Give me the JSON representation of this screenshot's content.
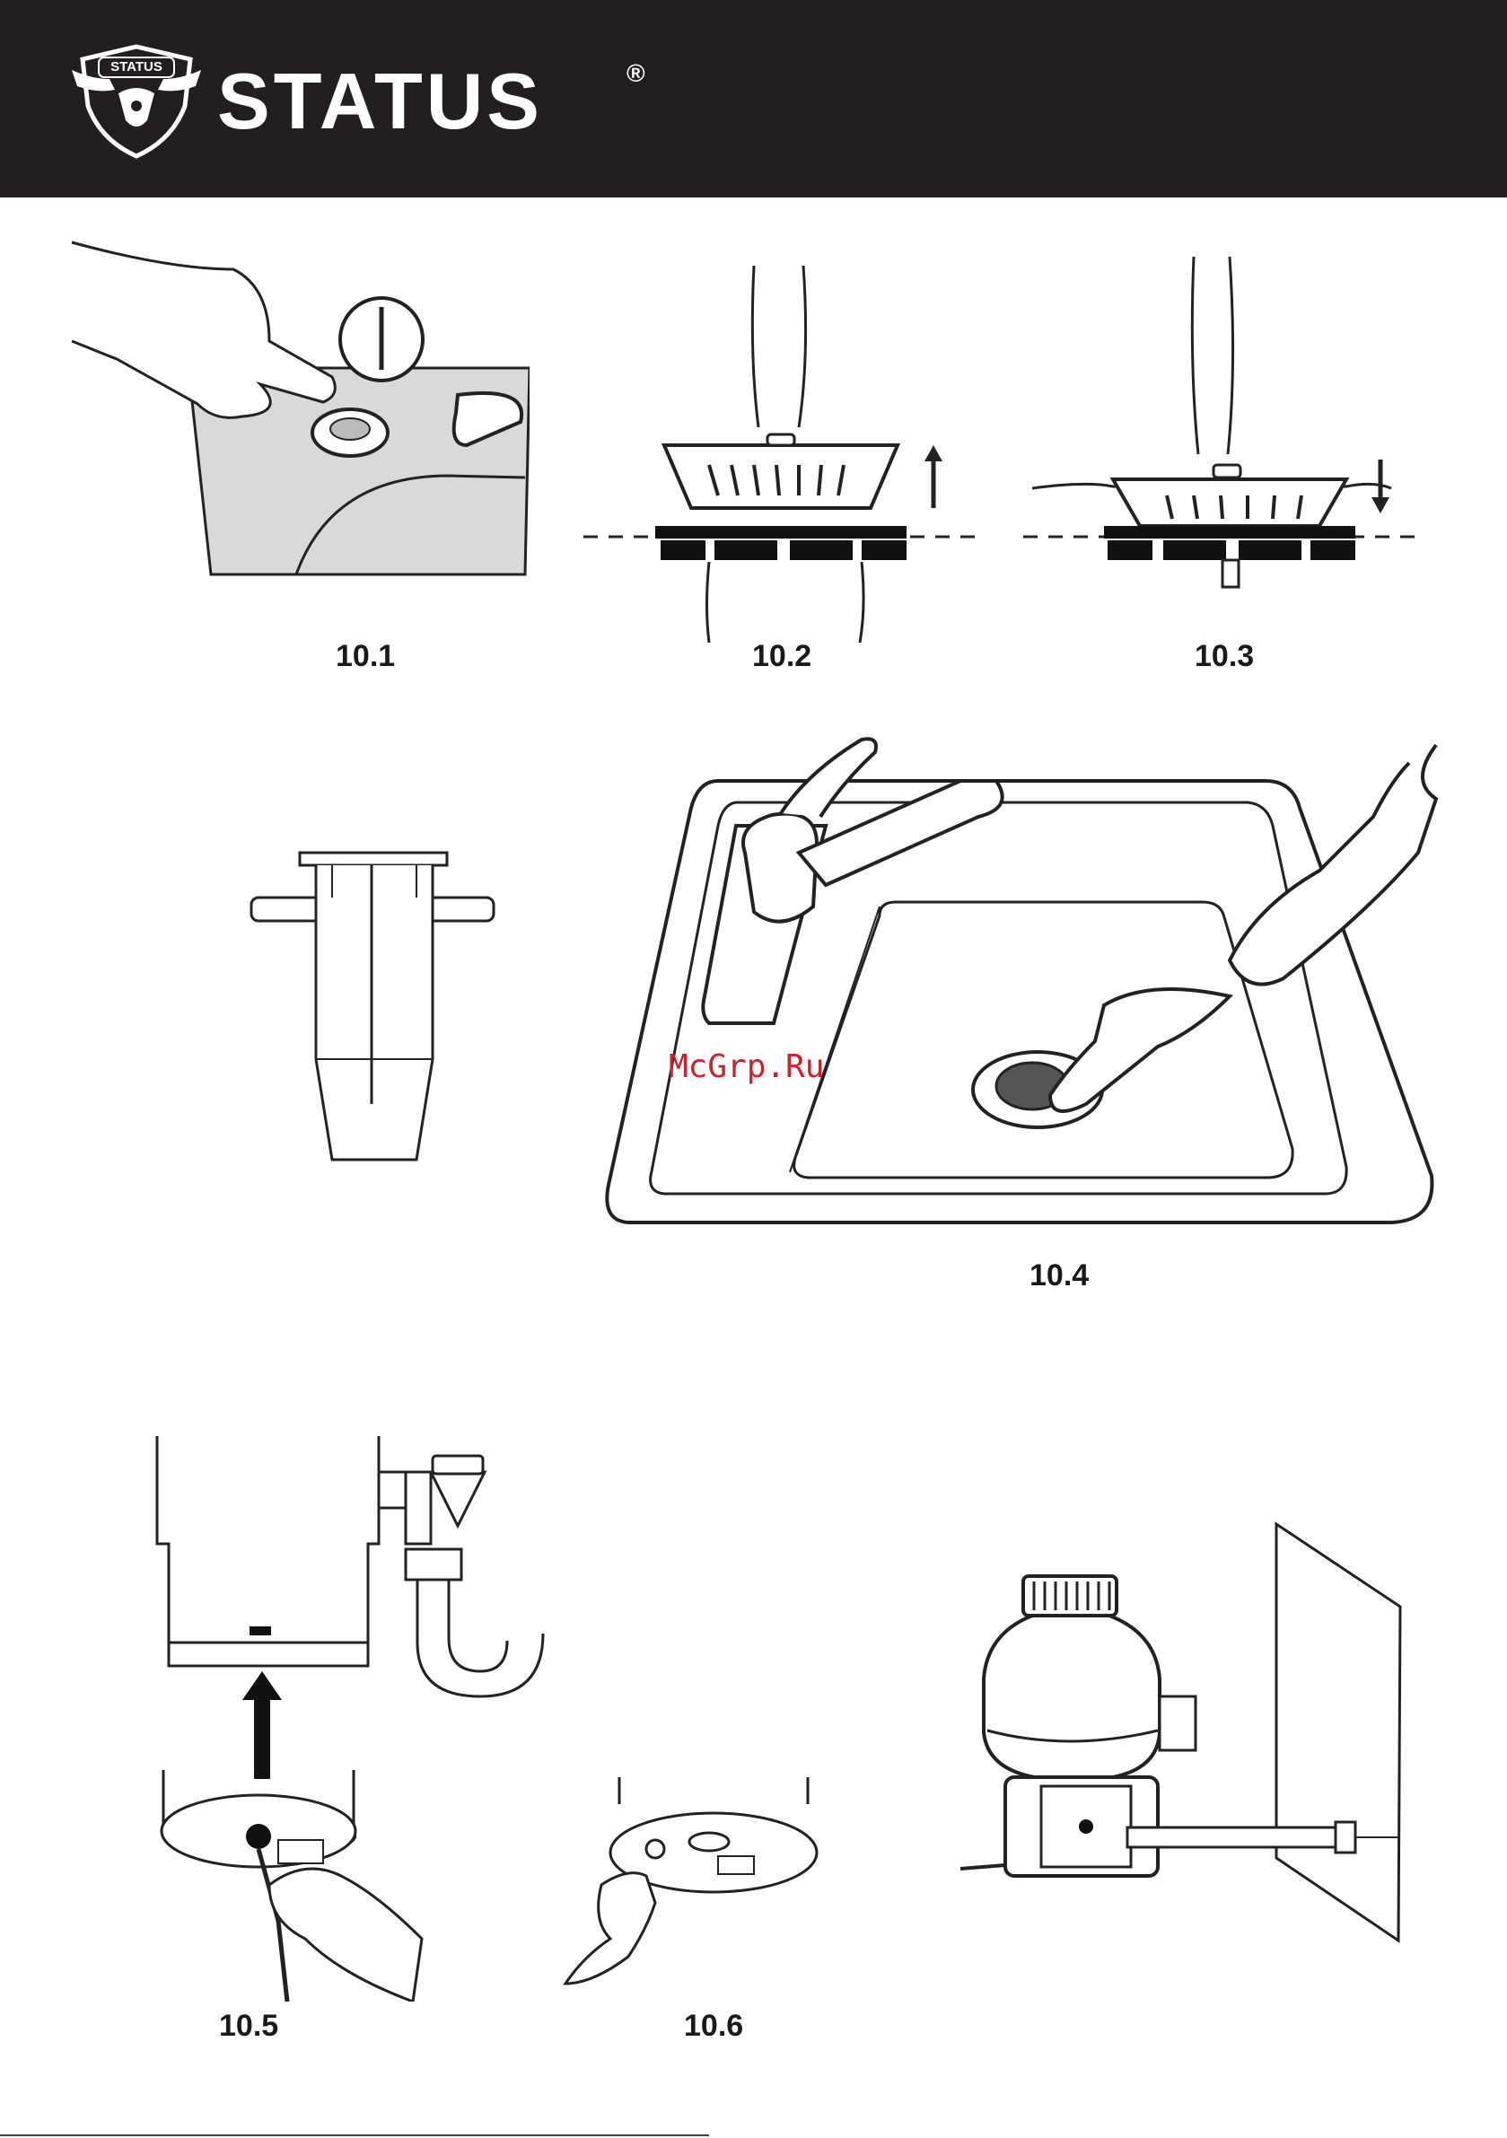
{
  "header": {
    "brand": "STATUS",
    "registered": "®",
    "shield_text": "STATUS"
  },
  "captions": {
    "c101": "10.1",
    "c102": "10.2",
    "c103": "10.3",
    "c104": "10.4",
    "c105": "10.5",
    "c106": "10.6"
  },
  "watermark": "McGrp.Ru",
  "colors": {
    "header_bg": "#231f20",
    "sink_fill": "#d9d9d9",
    "watermark": "#d0202a"
  }
}
